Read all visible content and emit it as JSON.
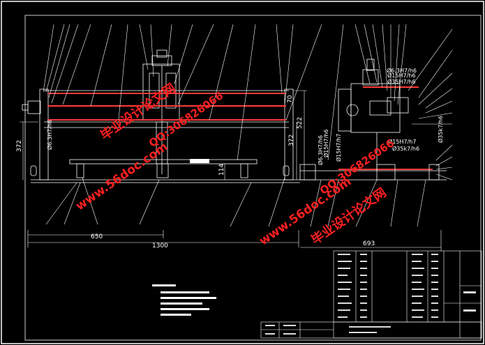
{
  "dimensions": {
    "overall_width": "1300",
    "half_width": "650",
    "side_width": "693",
    "height_left": "372",
    "height_right": "372",
    "height_mid": "522",
    "height_low": "114",
    "top_small": "70"
  },
  "tolerances": {
    "t1": "Ø6.3H7/h6",
    "t2": "Ø15H7/h6",
    "t3": "Ø35H7/h6",
    "t4": "Ø6.3H7/h6",
    "t5": "Ø6.3H7/h6",
    "t6": "Ø15H7/h6",
    "t7": "Ø15H7/h7",
    "t8": "Ø15H7/h7",
    "t9": "Ø35k7/h6",
    "t10": "Ø35k7/h6"
  },
  "watermarks": {
    "site": "www.56doc.com",
    "qq": "QQ:306826066",
    "brand": "毕业设计论文网"
  },
  "colors": {
    "background": "#000000",
    "line": "#ffffff",
    "rail": "#ff3b3b",
    "watermark": "#ff2020",
    "component": "#eaeaea"
  }
}
